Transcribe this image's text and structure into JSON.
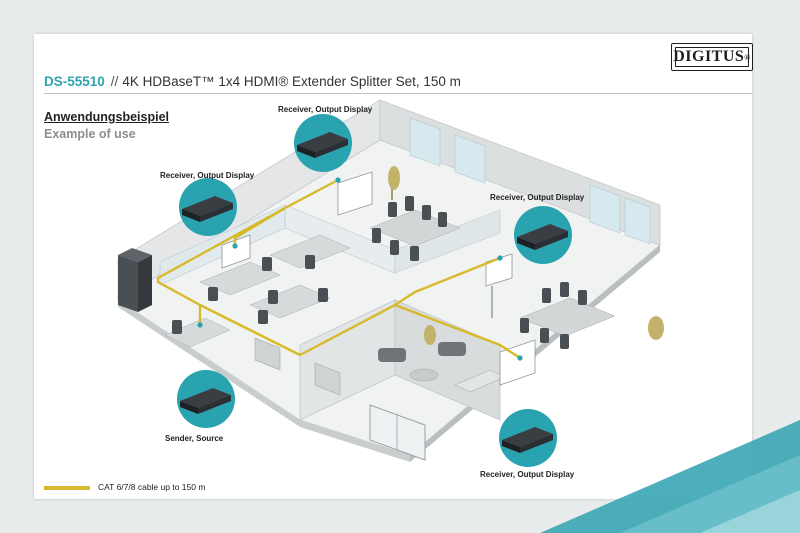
{
  "header": {
    "code": "DS-55510",
    "separator": "//",
    "title": "4K HDBaseT™ 1x4 HDMI® Extender Splitter Set, 150 m"
  },
  "brand": {
    "name": "DIGITUS",
    "mark": "®"
  },
  "section": {
    "title_de": "Anwendungsbeispiel",
    "title_en": "Example of use"
  },
  "devices": {
    "receiver_top": "Receiver, Output Display",
    "receiver_left": "Receiver, Output Display",
    "receiver_right": "Receiver, Output Display",
    "receiver_bottom": "Receiver, Output Display",
    "sender": "Sender, Source"
  },
  "legend": {
    "cable": "CAT 6/7/8 cable up to 150 m"
  },
  "colors": {
    "accent": "#2da4b0",
    "cable": "#d7b92c",
    "device_circle": "#2aa3b1",
    "device_body": "#2c2f33"
  }
}
